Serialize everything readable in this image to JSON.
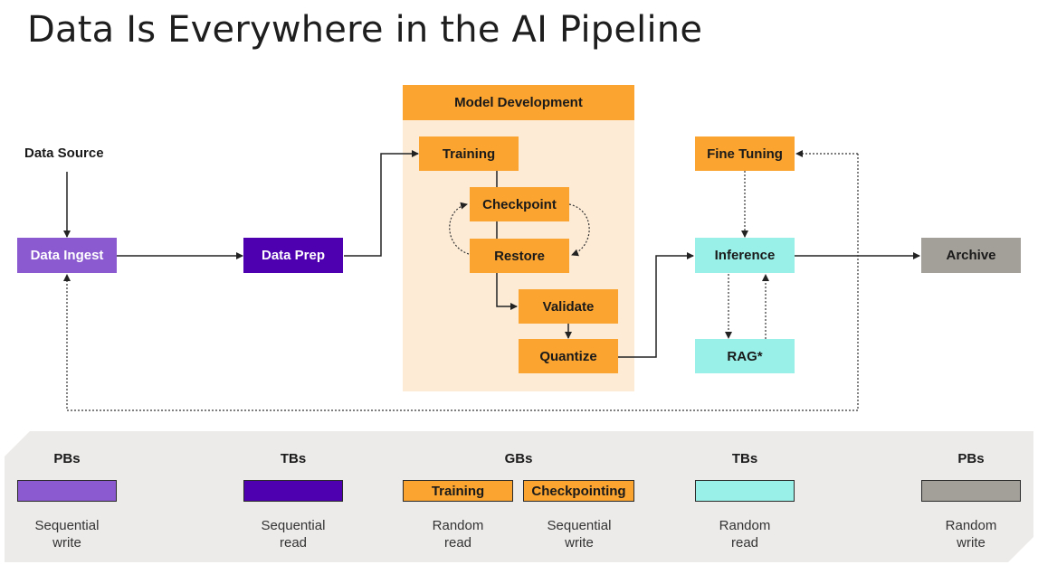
{
  "title": "Data Is Everywhere in the AI Pipeline",
  "diagram": {
    "data_source": "Data Source",
    "data_ingest": "Data Ingest",
    "data_prep": "Data Prep",
    "model_development": {
      "header": "Model Development",
      "training": "Training",
      "checkpoint": "Checkpoint",
      "restore": "Restore",
      "validate": "Validate",
      "quantize": "Quantize"
    },
    "fine_tuning": "Fine Tuning",
    "inference": "Inference",
    "rag": "RAG*",
    "archive": "Archive"
  },
  "colors": {
    "ingest": "#8b5ad0",
    "prep": "#4e00b1",
    "model": "#fba42f",
    "model_bg": "#fdebd6",
    "inference": "#98f0e8",
    "archive": "#a39f99",
    "legend_bg": "#edebea"
  },
  "legend": [
    {
      "size": "PBs",
      "swatch": "",
      "access": "Sequential",
      "mode": "write"
    },
    {
      "size": "TBs",
      "swatch": "",
      "access": "Sequential",
      "mode": "read"
    },
    {
      "size": "GBs",
      "swatch": "Training",
      "access": "Random",
      "mode": "read"
    },
    {
      "size": "",
      "swatch": "Checkpointing",
      "access": "Sequential",
      "mode": "write"
    },
    {
      "size": "TBs",
      "swatch": "",
      "access": "Random",
      "mode": "read"
    },
    {
      "size": "PBs",
      "swatch": "",
      "access": "Random",
      "mode": "write"
    }
  ]
}
